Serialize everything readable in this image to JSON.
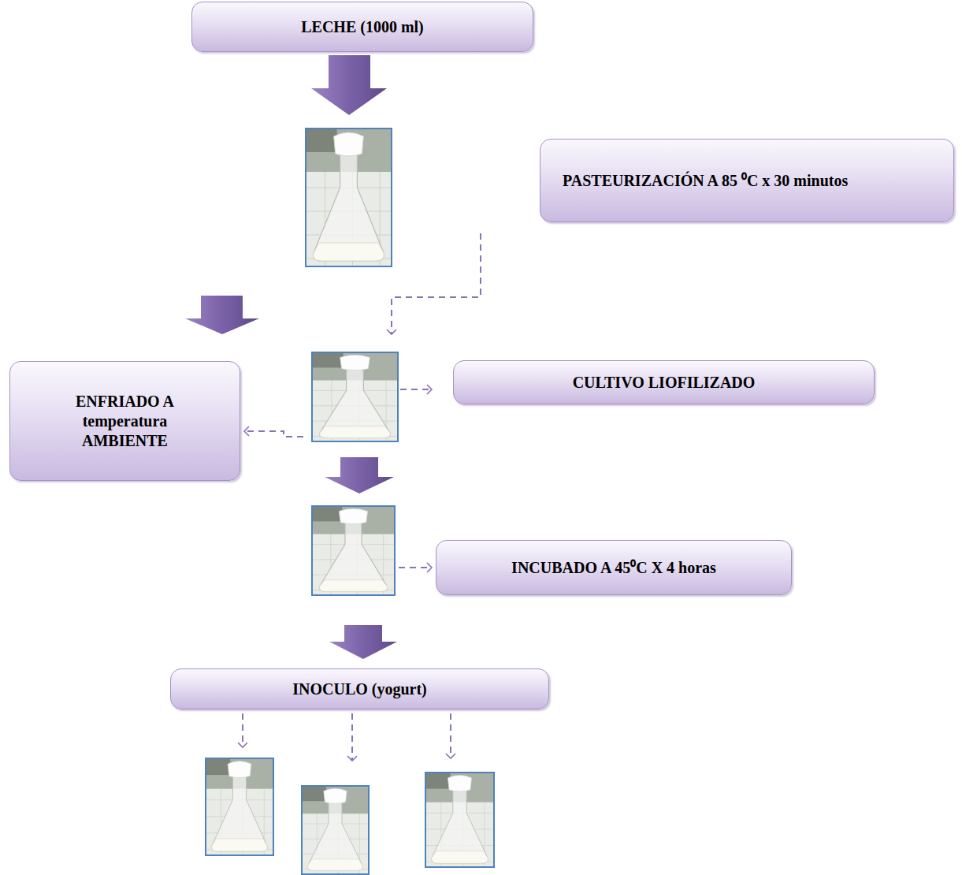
{
  "diagram": {
    "nodes": [
      {
        "text": [
          "LECHE (1000 ml)"
        ]
      },
      {
        "text": [
          "PASTEURIZACIÓN A 85 ⁰C x 30 minutos"
        ]
      },
      {
        "text": [
          "ENFRIADO A temperatura AMBIENTE"
        ]
      },
      {
        "text": [
          "CULTIVO LIOFILIZADO"
        ]
      },
      {
        "text": [
          "INCUBADO A 45⁰C X 4 horas"
        ]
      },
      {
        "text": [
          "INOCULO (yogurt)"
        ]
      }
    ]
  }
}
